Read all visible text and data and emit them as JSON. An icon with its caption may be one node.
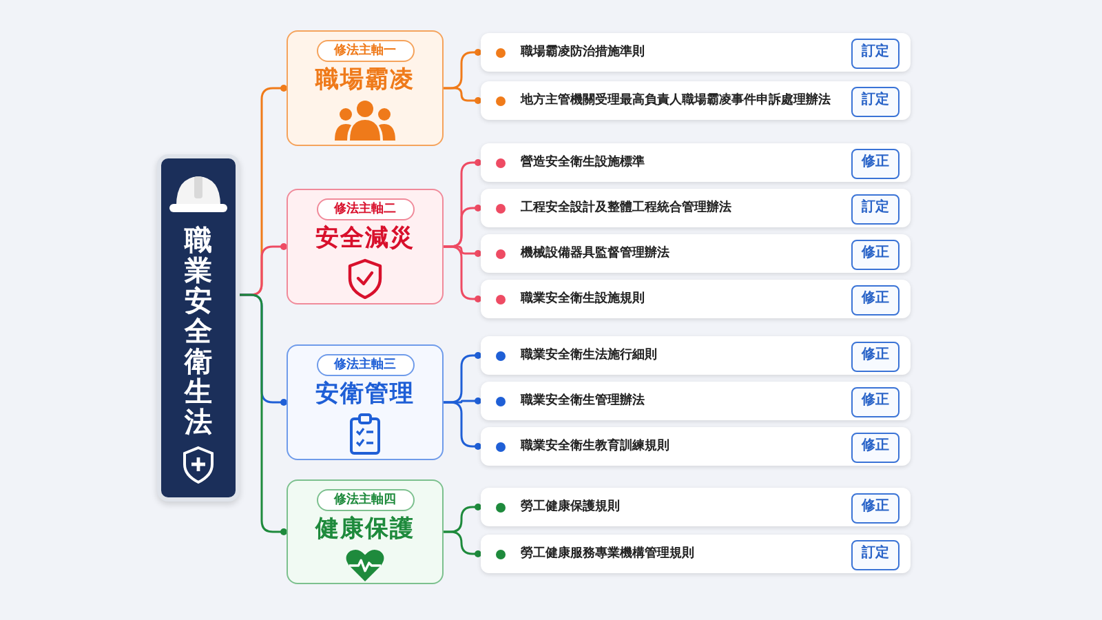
{
  "diagram": {
    "nodes": [
      {
        "text": [
          "職業安全衛生法"
        ]
      },
      {
        "text": [
          "修法主軸一",
          "職場霸凌"
        ]
      },
      {
        "text": [
          "職場霸凌防治措施準則"
        ]
      },
      {
        "text": [
          "訂定"
        ],
        "in": 2
      },
      {
        "text": [
          "地方主管機關受理最高負責人職場霸凌事件申訴處理辦法"
        ]
      },
      {
        "text": [
          "訂定"
        ],
        "in": 4
      },
      {
        "text": [
          "修法主軸二",
          "安全減災"
        ]
      },
      {
        "text": [
          "營造安全衛生設施標準"
        ]
      },
      {
        "text": [
          "修正"
        ],
        "in": 7
      },
      {
        "text": [
          "工程安全設計及整體工程統合管理辦法"
        ]
      },
      {
        "text": [
          "訂定"
        ],
        "in": 9
      },
      {
        "text": [
          "機械設備器具監督管理辦法"
        ]
      },
      {
        "text": [
          "修正"
        ],
        "in": 11
      },
      {
        "text": [
          "職業安全衛生設施規則"
        ]
      },
      {
        "text": [
          "修正"
        ],
        "in": 13
      },
      {
        "text": [
          "修法主軸三",
          "安衛管理"
        ]
      },
      {
        "text": [
          "職業安全衛生法施行細則"
        ]
      },
      {
        "text": [
          "修正"
        ],
        "in": 16
      },
      {
        "text": [
          "職業安全衛生管理辦法"
        ]
      },
      {
        "text": [
          "修正"
        ],
        "in": 18
      },
      {
        "text": [
          "職業安全衛生教育訓練規則"
        ]
      },
      {
        "text": [
          "修正"
        ],
        "in": 20
      },
      {
        "text": [
          "修法主軸四",
          "健康保護"
        ]
      },
      {
        "text": [
          "勞工健康保護規則"
        ]
      },
      {
        "text": [
          "修正"
        ],
        "in": 23
      },
      {
        "text": [
          "勞工健康服務專業機構管理規則"
        ]
      },
      {
        "text": [
          "訂定"
        ],
        "in": 25
      }
    ],
    "edges": [
      {
        "from": 0,
        "to": 1,
        "arrow": "other",
        "color": "#f07b1a"
      },
      {
        "from": 0,
        "to": 6,
        "arrow": "other",
        "color": "#ee4b63"
      },
      {
        "from": 0,
        "to": 15,
        "arrow": "other",
        "color": "#1f5fd6"
      },
      {
        "from": 0,
        "to": 22,
        "arrow": "other",
        "color": "#1e8a3c"
      },
      {
        "from": 1,
        "to": 2,
        "arrow": "other",
        "color": "#f07b1a"
      },
      {
        "from": 1,
        "to": 4,
        "arrow": "other",
        "color": "#f07b1a"
      },
      {
        "from": 6,
        "to": 7,
        "arrow": "other",
        "color": "#ee4b63"
      },
      {
        "from": 6,
        "to": 9,
        "arrow": "other",
        "color": "#ee4b63"
      },
      {
        "from": 6,
        "to": 11,
        "arrow": "other",
        "color": "#ee4b63"
      },
      {
        "from": 6,
        "to": 13,
        "arrow": "other",
        "color": "#ee4b63"
      },
      {
        "from": 15,
        "to": 16,
        "arrow": "other",
        "color": "#1f5fd6"
      },
      {
        "from": 15,
        "to": 18,
        "arrow": "other",
        "color": "#1f5fd6"
      },
      {
        "from": 15,
        "to": 20,
        "arrow": "other",
        "color": "#1f5fd6"
      },
      {
        "from": 22,
        "to": 23,
        "arrow": "other",
        "color": "#1e8a3c"
      },
      {
        "from": 22,
        "to": 25,
        "arrow": "other",
        "color": "#1e8a3c"
      }
    ]
  }
}
